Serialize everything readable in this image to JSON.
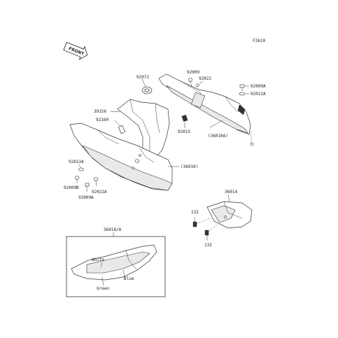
{
  "figure_code": "F2610",
  "front_badge": "FRONT",
  "labels": {
    "l92071": "92071",
    "l92009_top": "92009",
    "l92022_top": "92022",
    "l92009a_right": "92009A",
    "l92022a_right": "92022A",
    "l39156": "39156",
    "l92160": "92160",
    "l92015": "92015",
    "l36010a": "(36010A)",
    "l36010": "(36010)",
    "l92022a_left": "92022A",
    "l92009b": "92009B",
    "l92022a_bottom": "92022A",
    "l92009a_bottom": "92009A",
    "l36014": "36014",
    "l132_top": "132",
    "l132_bottom": "132",
    "inset_title": "36010/A",
    "color_white": "White",
    "color_blue": "Blue",
    "color_green": "Green"
  }
}
